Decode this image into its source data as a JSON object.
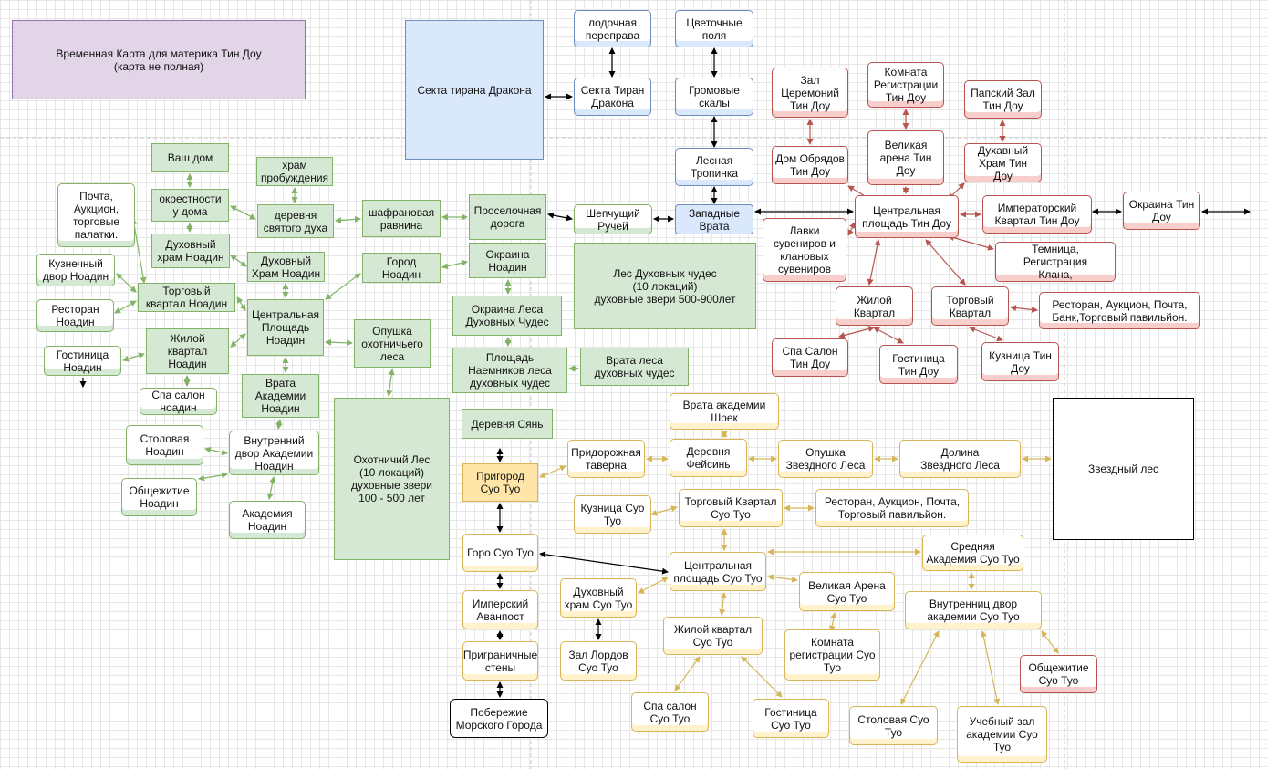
{
  "colors": {
    "purple": "#9673a6",
    "blue": "#6c8ebf",
    "green": "#82b366",
    "red": "#b85450",
    "yellow": "#d6b656",
    "black": "#000000"
  },
  "nodes": {
    "title": "Временная Карта для материка Тин  Доу\n(карта не полная)",
    "sekta_big": "Секта тирана Дракона",
    "lodochnaya": "лодочная\nпереправа",
    "cvetochnye": "Цветочные\nполя",
    "sekta_small": "Секта Тиран\nДракона",
    "gromovye": "Громовые\nскалы",
    "lesnaya": "Лесная\nТропинка",
    "zapadnye": "Западные\nВрата",
    "shepchushiy": "Шепчущий\nРучей",
    "proselochnaya": "Проселочная\nдорога",
    "shafranovaya": "шафрановая\nравнина",
    "vash_dom": "Ваш дом",
    "okrestnosti": "окрестности\nу дома",
    "hram_probuzhdeniya": "храм\nпробуждения",
    "derevnya_duha": "деревня\nсвятого духа",
    "pochta_noadin": "Почта,\nАукцион,\nторговые\nпалатки.",
    "duh_hram_noadin": "Духовный\nхрам Ноадин",
    "duh_hram_noadin2": "Духовный\nХрам Ноадин",
    "kuznechny": "Кузнечный\nдвор  Ноадин",
    "torgovy_noadin": "Торговый\nквартал Ноадин",
    "restoran_noadin": "Ресторан\nНоадин",
    "centr_noadin": "Центральная\nПлощадь\nНоадин",
    "gorod_noadin": "Город\nНоадин",
    "okraina_noadin": "Окраина\nНоадин",
    "zhiloy_noadin": "Жилой\nквартал\nНоадин",
    "gostinica_noadin": "Гостиница\nНоадин",
    "spa_noadin": "Спа салон\nноадин",
    "vrata_akad_noadin": "Врата\nАкадемии\nНоадин",
    "opushka_ohot": "Опушка\nохотничьего\nлеса",
    "okraina_lesa": "Окраина Леса\nДуховных Чудес",
    "ploshad_naemnikov": "Площадь\nНаемников леса\nдуховных чудес",
    "vrata_lesa": "Врата леса\nдуховных чудес",
    "les_duh": "Лес Духовных чудес\n(10 локаций)\nдуховные звери 500-900лет",
    "derevnya_syan": "Деревня Сянь",
    "stolovaya_noadin": "Столовая\nНоадин",
    "vnutr_noadin": "Внутренний\nдвор Академии\nНоадин",
    "obshezhitie_noadin": "Общежитие\nНоадин",
    "akademiya_noadin": "Академия\nНоадин",
    "ohotnichiy_les": "Охотничий Лес\n(10 локаций)\nдуховные звери\n100 - 500 лет",
    "zal_ceremoniy": "Зал\nЦеремоний\nТин Доу",
    "komnata_reg_tin": "Комната\nРегистрации\nТин Доу",
    "papskiy": "Папский Зал\nТин Доу",
    "dom_obryadov": "Дом Обрядов\nТин Доу",
    "arena_tin": "Великая\nарена Тин\nДоу",
    "duh_hram_tin": "Духавный\nХрам Тин Доу",
    "centr_tin": "Центральная\nплощадь Тин Доу",
    "imperatorskiy": "Императорский\nКвартал Тин Доу",
    "okraina_tin": "Окраина Тин\nДоу",
    "lavki": "Лавки\nсувениров и\nклановых\nсувениров",
    "temnica": "Темница, Регистрация\nКлана,",
    "zhiloy_tin": "Жилой\nКвартал",
    "torgovy_tin": "Торговый\nКвартал",
    "restoran_tin": "Ресторан, Аукцион, Почта,\nБанк,Торговый павильйон.",
    "spa_tin": "Спа Салон\nТин Доу",
    "gostinica_tin": "Гостиница\nТин Доу",
    "kuznica_tin": "Кузница Тин\nДоу",
    "zvezdny_les": "Звездный лес",
    "vrata_shrek": "Врата академии\nШрек",
    "pridorozhnaya": "Придорожная\nтаверна",
    "feysin": "Деревня\nФейсинь",
    "opushka_zvezd": "Опушка\nЗвездного Леса",
    "dolina_zvezd": "Долина\nЗвездного Леса",
    "prigorod_suo": "Пригород\nСуо Туо",
    "kuznica_suo": "Кузница Суо\nТуо",
    "torgovy_suo": "Торговый Квартал\nСуо Туо",
    "restoran_suo": "Ресторан, Аукцион, Почта,\nТорговый павильйон.",
    "gorod_suo": "Горо Суо Туо",
    "centr_suo": "Центральная\nплощадь Суо Туо",
    "srednyaya_akad": "Средняя\nАкадемия Суо Туо",
    "imperskiy_avanpost": "Имперский\nАванпост",
    "duh_hram_suo": "Духовный\nхрам Суо Туо",
    "arena_suo": "Великая Арена\nСуо Туо",
    "vnutr_suo": "Внутренниц двор\nакадемии Суо Туо",
    "zhiloy_suo": "Жилой квартал\nСуо Туо",
    "prigranichnye": "Приграничные\nстены",
    "zal_lordov": "Зал Лордов\nСуо Туо",
    "komnata_reg_suo": "Комната\nрегистрации Суо\nТуо",
    "obshezhitie_suo": "Общежитие\nСуо Туо",
    "poberezhye": "Побережие\nМорского Города",
    "spa_suo": "Спа салон\nСуо Туо",
    "gostinica_suo": "Гостиница\nСуо Туо",
    "stolovaya_suo": "Столовая Суо\nТуо",
    "uchebny_zal": "Учебный зал\nакадемии Суо\nТуо"
  }
}
